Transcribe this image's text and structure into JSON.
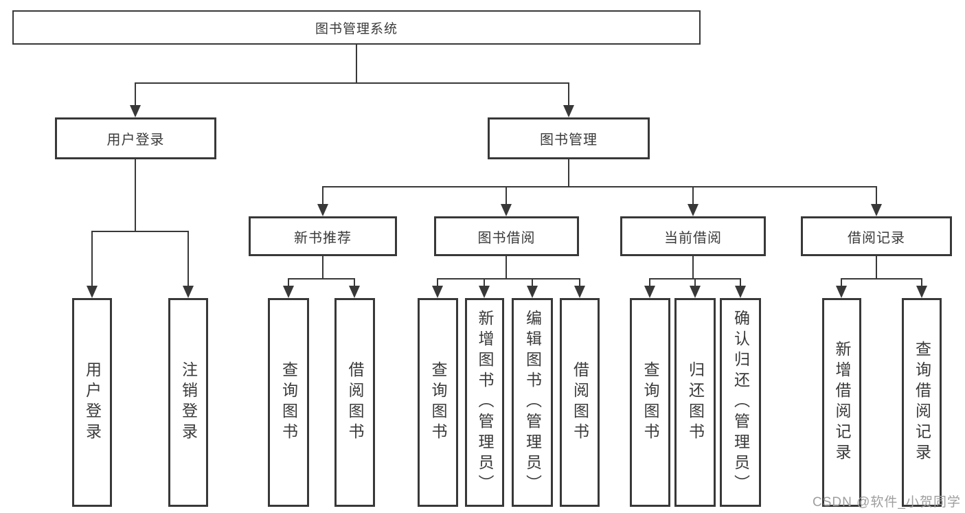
{
  "diagram": {
    "root": {
      "label": "图书管理系统",
      "children": [
        {
          "label": "用户登录",
          "children": [
            {
              "label": "用户登录"
            },
            {
              "label": "注销登录"
            }
          ]
        },
        {
          "label": "图书管理",
          "children": [
            {
              "label": "新书推荐",
              "children": [
                {
                  "label": "查询图书"
                },
                {
                  "label": "借阅图书"
                }
              ]
            },
            {
              "label": "图书借阅",
              "children": [
                {
                  "label": "查询图书"
                },
                {
                  "label": "新增图书（管理员）"
                },
                {
                  "label": "编辑图书（管理员）"
                },
                {
                  "label": "借阅图书"
                }
              ]
            },
            {
              "label": "当前借阅",
              "children": [
                {
                  "label": "查询图书"
                },
                {
                  "label": "归还图书"
                },
                {
                  "label": "确认归还（管理员）"
                }
              ]
            },
            {
              "label": "借阅记录",
              "children": [
                {
                  "label": "新增借阅记录"
                },
                {
                  "label": "查询借阅记录"
                }
              ]
            }
          ]
        }
      ]
    }
  },
  "watermark": {
    "text": "CSDN @软件_小贺同学"
  },
  "colors": {
    "line": "#383838",
    "text": "#3a3a3a",
    "background": "#ffffff",
    "watermark": "#9e9e9e"
  }
}
